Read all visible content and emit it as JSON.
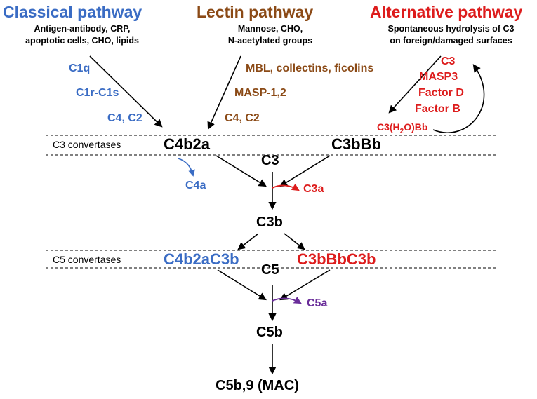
{
  "pathways": {
    "classical": {
      "title": "Classical pathway",
      "triggers": [
        "Antigen-antibody, CRP,",
        "apoptotic cells, CHO, lipids"
      ],
      "components": [
        "C1q",
        "C1r-C1s",
        "C4, C2"
      ]
    },
    "lectin": {
      "title": "Lectin pathway",
      "triggers": [
        "Mannose, CHO,",
        "N-acetylated groups"
      ],
      "components": [
        "MBL, collectins, ficolins",
        "MASP-1,2",
        "C4, C2"
      ]
    },
    "alternative": {
      "title": "Alternative pathway",
      "triggers": [
        "Spontaneous hydrolysis of C3",
        "on foreign/damaged surfaces"
      ],
      "components": [
        "C3",
        "MASP3",
        "Factor D",
        "Factor B"
      ],
      "complex": {
        "prefix": "C3(H",
        "sub": "2",
        "suffix": "O)Bb"
      }
    }
  },
  "c3_convertases": {
    "label": "C3 convertases",
    "classical": "C4b2a",
    "alternative": "C3bBb"
  },
  "c3_cleavage": {
    "substrate": "C3",
    "small": "C3a",
    "side": "C4a",
    "large": "C3b"
  },
  "c5_convertases": {
    "label": "C5 convertases",
    "classical": "C4b2aC3b",
    "alternative": "C3bBbC3b"
  },
  "c5_cleavage": {
    "substrate": "C5",
    "small": "C5a",
    "large": "C5b"
  },
  "terminal": "C5b,9 (MAC)",
  "colors": {
    "classical": "#3a6cc4",
    "lectin": "#8b4a16",
    "alternative": "#dd1c1c",
    "c5a": "#6a2d9a",
    "arrow": "#000000"
  }
}
